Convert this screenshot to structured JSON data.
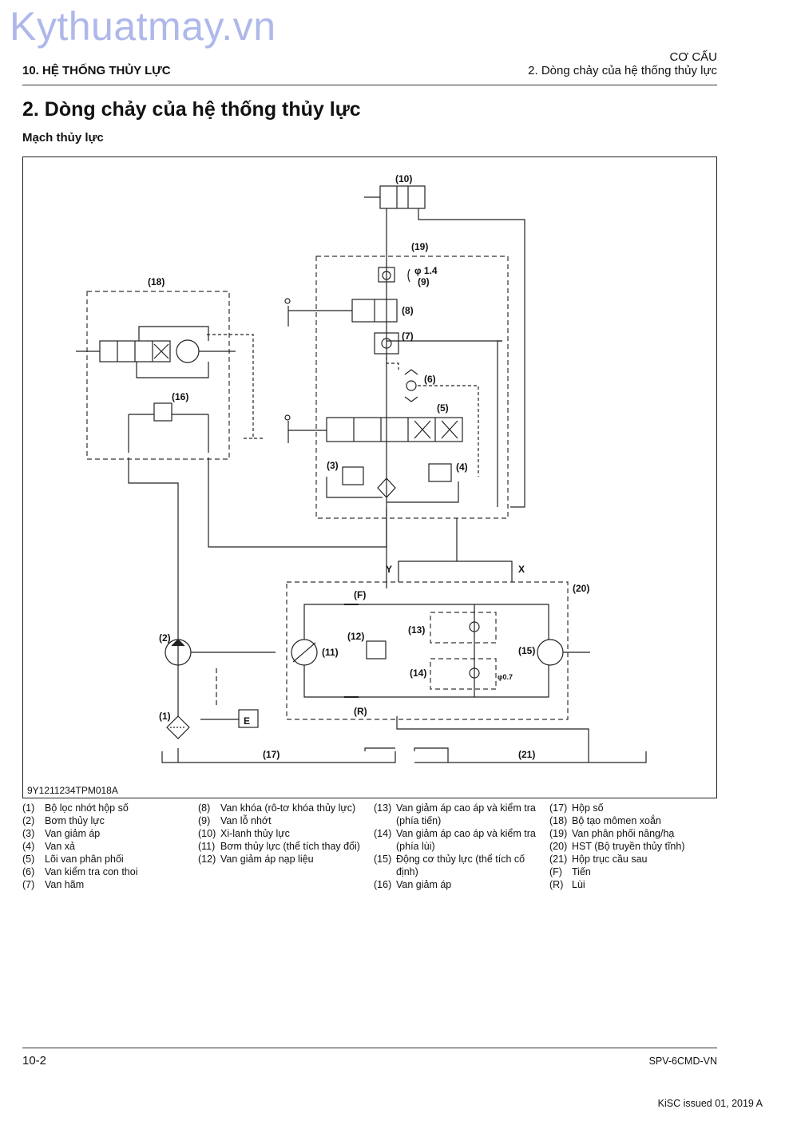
{
  "watermark": "Kythuatmay.vn",
  "header": {
    "section": "10. HỆ THỐNG THỦY LỰC",
    "category": "CƠ CẤU",
    "topic": "2. Dòng chảy của hệ thống thủy lực"
  },
  "title": "2. Dòng chảy của hệ thống thủy lực",
  "subtitle": "Mạch thủy lực",
  "diagram": {
    "figure_code": "9Y1211234TPM018A",
    "labels": {
      "l1": "(1)",
      "l2": "(2)",
      "l3": "(3)",
      "l4": "(4)",
      "l5": "(5)",
      "l6": "(6)",
      "l7": "(7)",
      "l8": "(8)",
      "l9": "(9)",
      "l10": "(10)",
      "l11": "(11)",
      "l12": "(12)",
      "l13": "(13)",
      "l14": "(14)",
      "l15": "(15)",
      "l16": "(16)",
      "l17": "(17)",
      "l18": "(18)",
      "l19": "(19)",
      "l20": "(20)",
      "l21": "(21)",
      "F": "(F)",
      "R": "(R)",
      "X": "X",
      "Y": "Y",
      "E": "E",
      "phi14": "φ 1.4",
      "phi07": "φ0.7"
    }
  },
  "legend": {
    "col1": [
      {
        "num": "(1)",
        "text": "Bộ lọc nhớt hộp số"
      },
      {
        "num": "(2)",
        "text": "Bơm thủy lực"
      },
      {
        "num": "(3)",
        "text": "Van giảm áp"
      },
      {
        "num": "(4)",
        "text": "Van xả"
      },
      {
        "num": "(5)",
        "text": "Lõi van phân phối"
      },
      {
        "num": "(6)",
        "text": "Van kiểm tra con thoi"
      },
      {
        "num": "(7)",
        "text": "Van hãm"
      }
    ],
    "col2": [
      {
        "num": "(8)",
        "text": "Van khóa (rô-tơ khóa thủy lực)"
      },
      {
        "num": "(9)",
        "text": "Van lỗ nhớt"
      },
      {
        "num": "(10)",
        "text": "Xi-lanh thủy lực"
      },
      {
        "num": "(11)",
        "text": "Bơm thủy lực (thể tích thay đổi)"
      },
      {
        "num": "(12)",
        "text": "Van giảm áp nạp liệu"
      }
    ],
    "col3": [
      {
        "num": "(13)",
        "text": "Van giảm áp cao áp và kiểm tra (phía tiến)"
      },
      {
        "num": "(14)",
        "text": "Van giảm áp cao áp và kiểm tra (phía lùi)"
      },
      {
        "num": "(15)",
        "text": "Động cơ thủy lực (thể tích cố định)"
      },
      {
        "num": "(16)",
        "text": "Van giảm áp"
      }
    ],
    "col4": [
      {
        "num": "(17)",
        "text": "Hộp số"
      },
      {
        "num": "(18)",
        "text": "Bộ tạo mômen xoắn"
      },
      {
        "num": "(19)",
        "text": "Van phân phối nâng/hạ"
      },
      {
        "num": "(20)",
        "text": "HST (Bộ truyền thủy tĩnh)"
      },
      {
        "num": "(21)",
        "text": "Hộp trục cầu sau"
      },
      {
        "num": "(F)",
        "text": "Tiến"
      },
      {
        "num": "(R)",
        "text": "Lùi"
      }
    ]
  },
  "footer": {
    "page": "10-2",
    "doc_code": "SPV-6CMD-VN",
    "issued": "KiSC issued 01, 2019 A"
  }
}
